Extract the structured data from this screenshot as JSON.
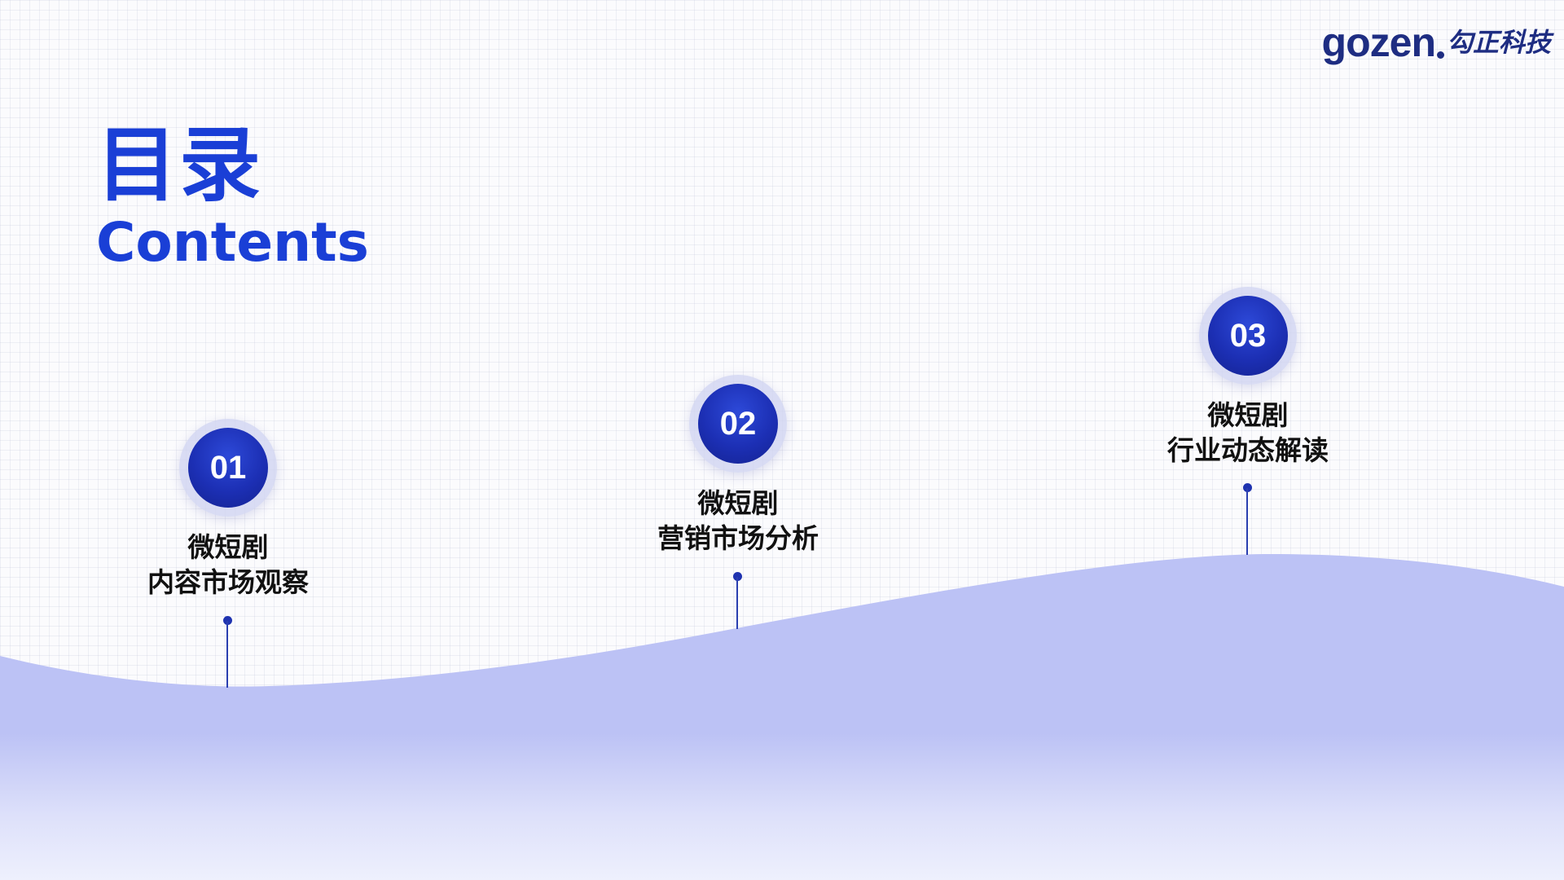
{
  "brand": {
    "logo_wordmark": "gozen",
    "logo_cn": "勾正科技",
    "colors": {
      "primary": "#1a3fd6",
      "circle": "#1c2fb4",
      "wave": "#bcc2f5"
    }
  },
  "title": {
    "cn": "目录",
    "en": "Contents"
  },
  "items": [
    {
      "number": "01",
      "line1": "微短剧",
      "line2": "内容市场观察"
    },
    {
      "number": "02",
      "line1": "微短剧",
      "line2": "营销市场分析"
    },
    {
      "number": "03",
      "line1": "微短剧",
      "line2": "行业动态解读"
    }
  ]
}
